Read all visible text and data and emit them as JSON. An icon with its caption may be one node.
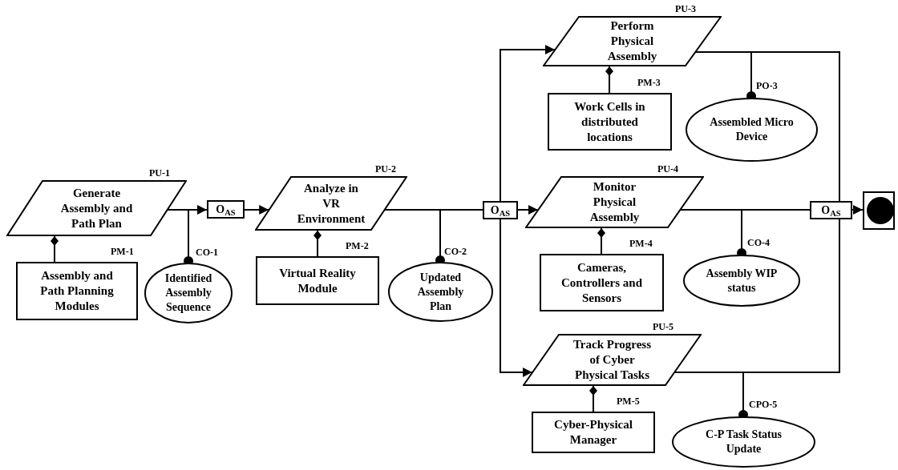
{
  "diagram": {
    "nodes": [
      {
        "text": [
          "Generate Assembly and Path Plan"
        ],
        "beside": [
          "PU-1"
        ]
      },
      {
        "text": [
          "Assembly and Path Planning Modules"
        ],
        "beside": [
          "PM-1"
        ]
      },
      {
        "text": [
          "O$_{AS}$"
        ]
      },
      {
        "text": [
          "Identified Assembly Sequence"
        ],
        "beside": [
          "CO-1"
        ]
      },
      {
        "text": [
          "Analyze in VR Environment"
        ],
        "beside": [
          "PU-2"
        ]
      },
      {
        "text": [
          "Virtual Reality Module"
        ],
        "beside": [
          "PM-2"
        ]
      },
      {
        "text": [
          "Updated Assembly Plan"
        ],
        "beside": [
          "CO-2"
        ]
      },
      {
        "text": [
          "O$_{AS}$"
        ]
      },
      {
        "text": [
          "Perform Physical Assembly"
        ],
        "beside": [
          "PU-3"
        ]
      },
      {
        "text": [
          "Work Cells in distributed locations"
        ],
        "beside": [
          "PM-3"
        ]
      },
      {
        "text": [
          "Assembled Micro Device"
        ],
        "beside": [
          "PO-3"
        ]
      },
      {
        "text": [
          "Monitor Physical Assembly"
        ],
        "beside": [
          "PU-4"
        ]
      },
      {
        "text": [
          "Cameras, Controllers and Sensors"
        ],
        "beside": [
          "PM-4"
        ]
      },
      {
        "text": [
          "Assembly WIP status"
        ],
        "beside": [
          "CO-4"
        ]
      },
      {
        "text": [
          "Track Progress of Cyber Physical Tasks"
        ],
        "beside": [
          "PU-5"
        ]
      },
      {
        "text": [
          "Cyber-Physical Manager"
        ],
        "beside": [
          "PM-5"
        ]
      },
      {
        "text": [
          "C-P Task Status Update"
        ],
        "beside": [
          "CPO-5"
        ]
      },
      {
        "text": [
          "O$_{AS}$"
        ]
      },
      {
        "text": [],
        "shape": "box"
      }
    ],
    "edges": [
      {
        "from": 1,
        "to": 0,
        "arrow": "other"
      },
      {
        "from": 0,
        "to": 2,
        "arrow": "to"
      },
      {
        "from": 0,
        "to": 3,
        "arrow": "other"
      },
      {
        "from": 2,
        "to": 4,
        "arrow": "to"
      },
      {
        "from": 5,
        "to": 4,
        "arrow": "other"
      },
      {
        "from": 4,
        "to": 7,
        "arrow": "none"
      },
      {
        "from": 4,
        "to": 6,
        "arrow": "other"
      },
      {
        "from": 7,
        "to": 8,
        "arrow": "to"
      },
      {
        "from": 7,
        "to": 11,
        "arrow": "to"
      },
      {
        "from": 7,
        "to": 14,
        "arrow": "to"
      },
      {
        "from": 9,
        "to": 8,
        "arrow": "other"
      },
      {
        "from": 8,
        "to": 10,
        "arrow": "other"
      },
      {
        "from": 8,
        "to": 17,
        "arrow": "none"
      },
      {
        "from": 12,
        "to": 11,
        "arrow": "other"
      },
      {
        "from": 11,
        "to": 13,
        "arrow": "other"
      },
      {
        "from": 11,
        "to": 17,
        "arrow": "none"
      },
      {
        "from": 15,
        "to": 14,
        "arrow": "other"
      },
      {
        "from": 14,
        "to": 16,
        "arrow": "other"
      },
      {
        "from": 14,
        "to": 17,
        "arrow": "none"
      },
      {
        "from": 17,
        "to": 18,
        "arrow": "to"
      }
    ]
  }
}
